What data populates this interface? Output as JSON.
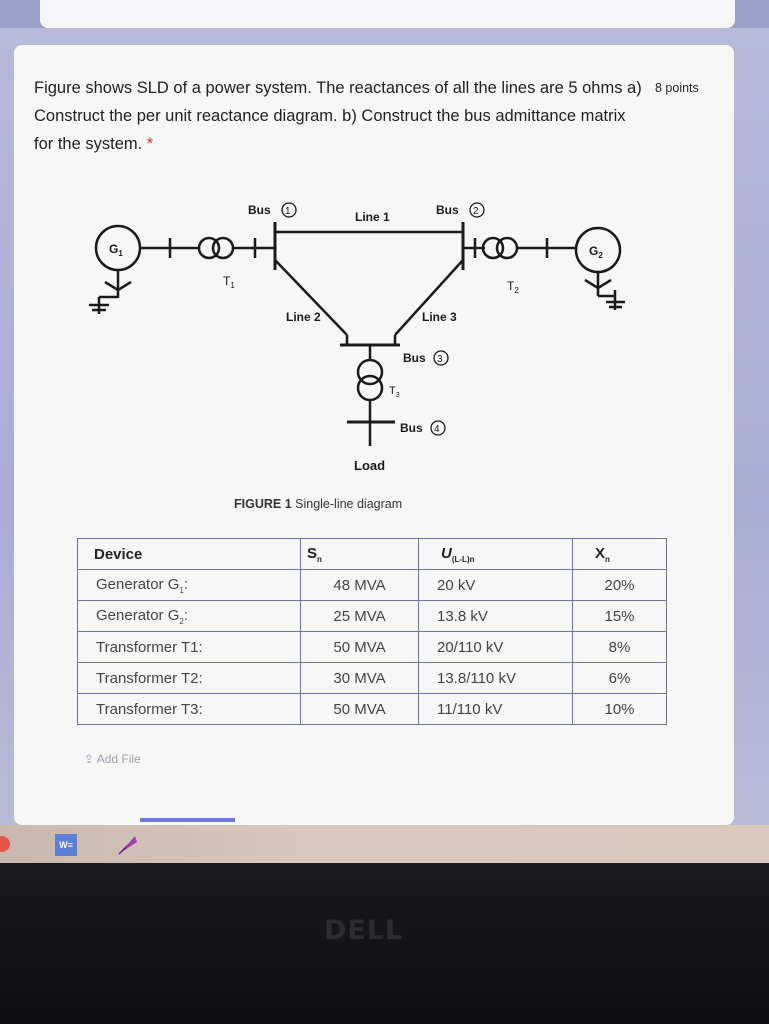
{
  "question": {
    "text": "Figure shows SLD of a power system. The reactances of all the lines are 5 ohms a) Construct the per unit reactance diagram. b) Construct the bus admittance matrix for the system.",
    "required_mark": "*",
    "points": "8 points"
  },
  "diagram": {
    "bus1": "Bus",
    "bus1_num": "1",
    "bus2": "Bus",
    "bus2_num": "2",
    "bus3": "Bus",
    "bus3_num": "3",
    "bus4": "Bus",
    "bus4_num": "4",
    "line1": "Line 1",
    "line2": "Line 2",
    "line3": "Line 3",
    "g1": "G",
    "g1_sub": "1",
    "g2": "G",
    "g2_sub": "2",
    "t1": "T",
    "t1_sub": "1",
    "t2": "T",
    "t2_sub": "2",
    "t3": "T",
    "t3_sub": "3",
    "load": "Load"
  },
  "figure_caption": {
    "bold": "FIGURE 1",
    "text": "Single-line diagram"
  },
  "table": {
    "headers": [
      "Device",
      "S",
      "U",
      "X"
    ],
    "header_subs": [
      "",
      "n",
      "(L-L)n",
      "n"
    ],
    "rows": [
      {
        "device": "Generator G",
        "device_sub": "1",
        "suffix": ":",
        "s": "48 MVA",
        "u": "20 kV",
        "x": "20%"
      },
      {
        "device": "Generator G",
        "device_sub": "2",
        "suffix": ":",
        "s": "25 MVA",
        "u": "13.8 kV",
        "x": "15%"
      },
      {
        "device": "Transformer T1:",
        "device_sub": "",
        "suffix": "",
        "s": "50 MVA",
        "u": "20/110 kV",
        "x": "8%"
      },
      {
        "device": "Transformer T2:",
        "device_sub": "",
        "suffix": "",
        "s": "30 MVA",
        "u": "13.8/110 kV",
        "x": "6%"
      },
      {
        "device": "Transformer T3:",
        "device_sub": "",
        "suffix": "",
        "s": "50 MVA",
        "u": "11/110 kV",
        "x": "10%"
      }
    ]
  },
  "add_file": {
    "icon": "upload-icon",
    "label": "Add File"
  },
  "taskbar": {
    "word_icon_label": "W≡"
  },
  "brand": "DELL"
}
